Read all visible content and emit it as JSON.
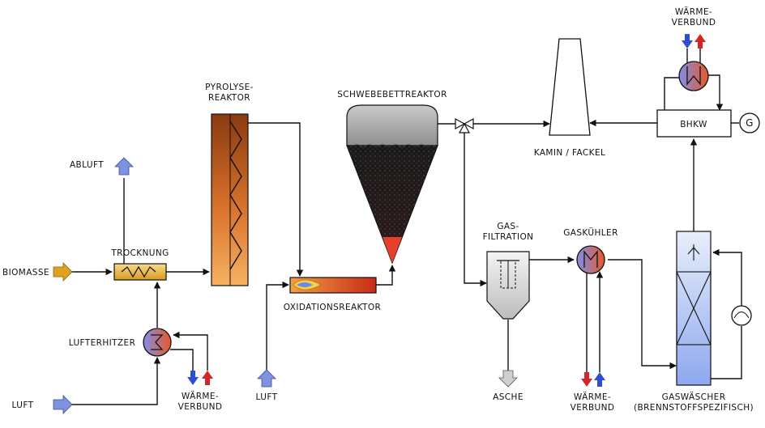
{
  "labels": {
    "waerme_top_1": "WÄRME-",
    "waerme_top_2": "VERBUND",
    "pyro_1": "PYROLYSE-",
    "pyro_2": "REAKTOR",
    "schwebebett": "SCHWEBEBETTREAKTOR",
    "abluft": "ABLUFT",
    "kamin": "KAMIN / FACKEL",
    "bhkw": "BHKW",
    "generator": "G",
    "gasfilt_1": "GAS-",
    "gasfilt_2": "FILTRATION",
    "gaskuehler": "GASKÜHLER",
    "trocknung": "TROCKNUNG",
    "biomasse": "BIOMASSE",
    "oxidation": "OXIDATIONSREAKTOR",
    "lufterhitzer": "LUFTERHITZER",
    "waerme_left_1": "WÄRME-",
    "waerme_left_2": "VERBUND",
    "luft_mid": "LUFT",
    "asche": "ASCHE",
    "waerme_mid_1": "WÄRME-",
    "waerme_mid_2": "VERBUND",
    "gaswaescher_1": "GASWÄSCHER",
    "gaswaescher_2": "(BRENNSTOFFSPEZIFISCH)",
    "luft_bottom": "LUFT"
  },
  "colors": {
    "feed_arrow": "#e0a21e",
    "air_arrow": "#7d92e0",
    "hot_arrow": "#d32626",
    "cold_arrow": "#2f4fd0",
    "ash_arrow": "#cfcfcf",
    "pyro_dark": "#8a3a10",
    "pyro_light": "#f2a050",
    "scrubber_top": "#e4ecfb",
    "scrubber_bottom": "#94aef0"
  }
}
